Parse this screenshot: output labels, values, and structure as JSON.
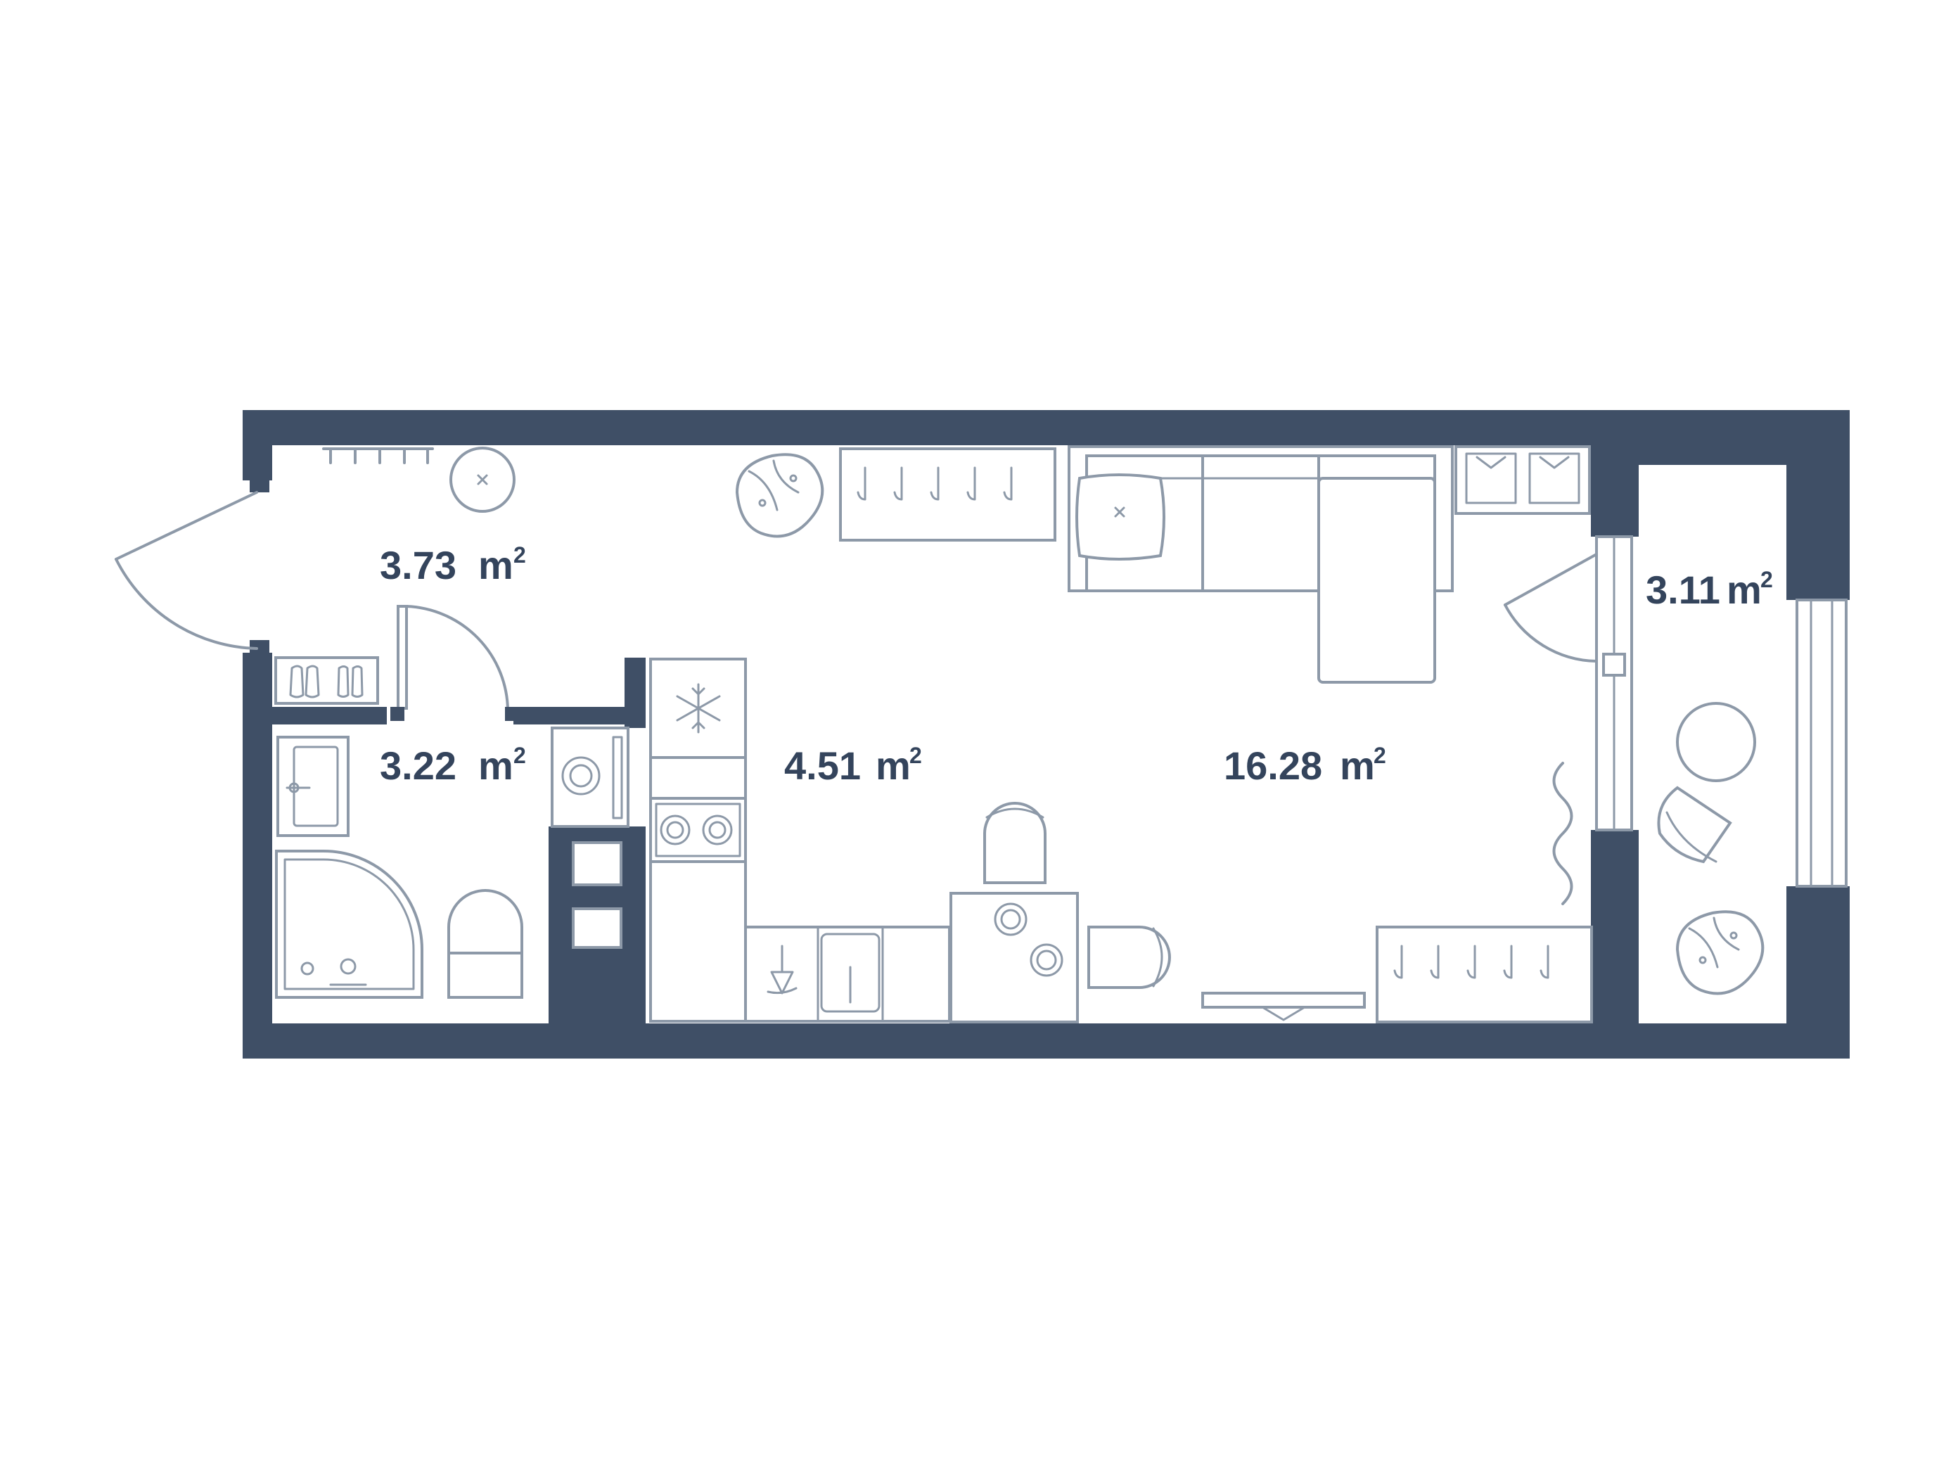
{
  "rooms": [
    {
      "id": "hallway",
      "area": "3.73",
      "unit": "m",
      "exponent": "2"
    },
    {
      "id": "bathroom",
      "area": "3.22",
      "unit": "m",
      "exponent": "2"
    },
    {
      "id": "kitchen",
      "area": "4.51",
      "unit": "m",
      "exponent": "2"
    },
    {
      "id": "living-room",
      "area": "16.28",
      "unit": "m",
      "exponent": "2"
    },
    {
      "id": "balcony",
      "area": "3.11",
      "unit": "m",
      "exponent": "2"
    }
  ],
  "colors": {
    "wall": "#3f4f66",
    "furniture_stroke": "#8d99a8",
    "label": "#34445c",
    "background": "#ffffff"
  },
  "icons": [
    "sofa-icon",
    "pillow-icon",
    "wardrobe-hangers-icon",
    "plant-icon",
    "pouf-icon",
    "shoe-rack-icon",
    "entrance-door-icon",
    "interior-door-icon",
    "balcony-door-icon",
    "sink-icon",
    "shower-icon",
    "toilet-icon",
    "washing-machine-icon",
    "refrigerator-icon",
    "stove-icon",
    "kitchen-sink-icon",
    "dining-table-icon",
    "chair-icon",
    "tv-stand-icon",
    "curtain-icon",
    "balcony-table-icon",
    "armchair-icon",
    "window-icon",
    "folded-clothes-icon"
  ]
}
